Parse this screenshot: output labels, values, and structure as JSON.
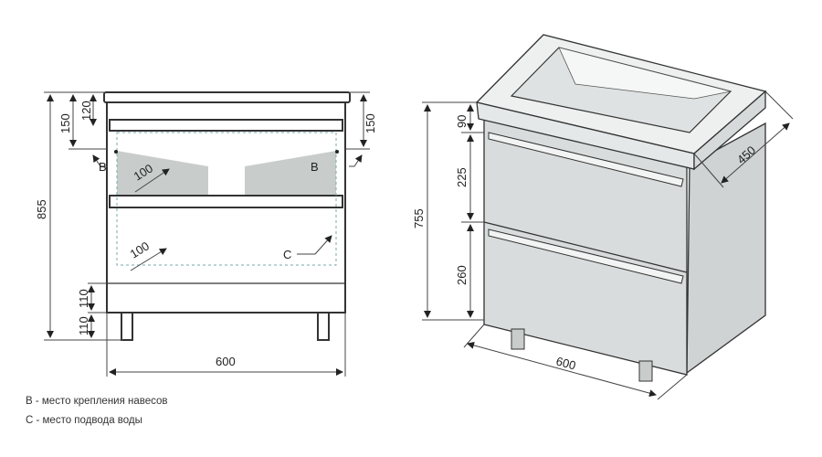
{
  "front_view": {
    "dims": {
      "height_total": "855",
      "top_150_left": "150",
      "top_120": "120",
      "top_150_right": "150",
      "plinth_110": "110",
      "legs_110": "110",
      "width": "600"
    },
    "markers": {
      "b_left": "B",
      "b_right": "B",
      "c": "C",
      "depth_upper": "100",
      "depth_lower": "100"
    }
  },
  "iso_view": {
    "dims": {
      "counter_90": "90",
      "drawer_225": "225",
      "height_755": "755",
      "drawer_260": "260",
      "depth_450": "450",
      "width_600": "600"
    }
  },
  "legend": {
    "b": "B - место крепления навесов",
    "c": "C - место подвода воды"
  },
  "colors": {
    "fill_gray": "#c8cdcc",
    "body_gray": "#d9dcdc",
    "outline": "#333333"
  }
}
